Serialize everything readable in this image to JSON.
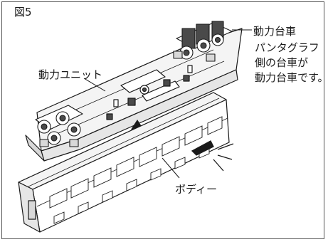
{
  "figure": {
    "label": "図5"
  },
  "callouts": {
    "power_truck": "動力台車",
    "power_unit": "動力ユニット",
    "body": "ボディー"
  },
  "note": {
    "lines": [
      "パンタグラフ",
      "側の台車が",
      "動力台車です。"
    ]
  },
  "colors": {
    "line": "#1a1a1a",
    "fill_light": "#f4f4f4",
    "fill_mid": "#d8d8d8",
    "fill_dark": "#4a4a4a"
  }
}
